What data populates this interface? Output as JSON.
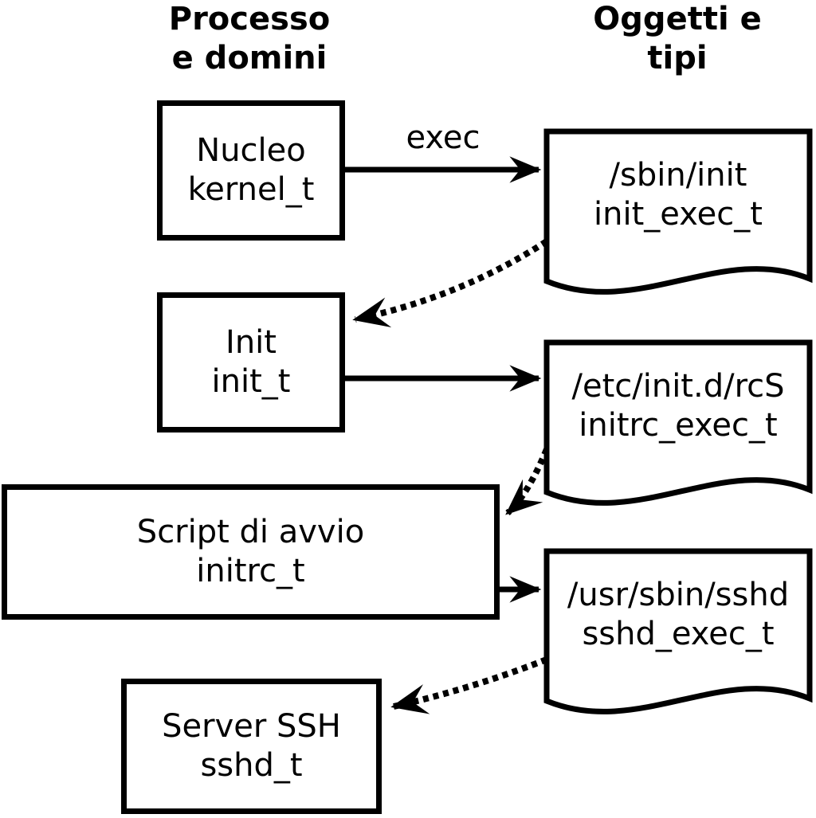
{
  "title_columns": {
    "left": {
      "line1": "Processo",
      "line2": "e domini"
    },
    "right": {
      "line1": "Oggetti e",
      "line2": "tipi"
    }
  },
  "process_boxes": [
    {
      "label": "Nucleo",
      "domain": "kernel_t"
    },
    {
      "label": "Init",
      "domain": "init_t"
    },
    {
      "label": "Script di avvio",
      "domain": "initrc_t"
    },
    {
      "label": "Server SSH",
      "domain": "sshd_t"
    }
  ],
  "object_docs": [
    {
      "path": "/sbin/init",
      "type": "init_exec_t"
    },
    {
      "path": "/etc/init.d/rcS",
      "type": "initrc_exec_t"
    },
    {
      "path": "/usr/sbin/sshd",
      "type": "sshd_exec_t"
    }
  ],
  "arrow_labels": {
    "exec": "exec"
  },
  "colors": {
    "line": "#000000",
    "background": "#ffffff"
  }
}
